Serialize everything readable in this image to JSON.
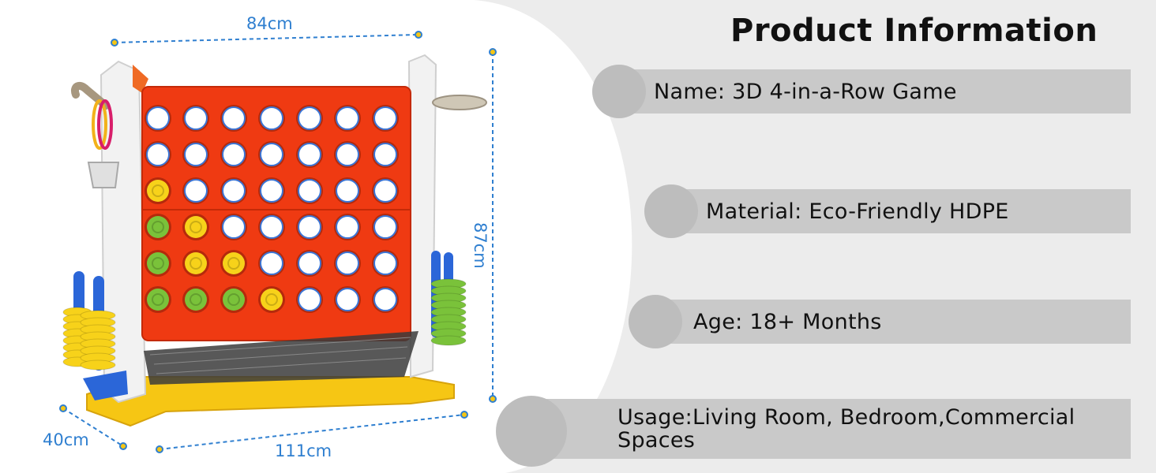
{
  "header": {
    "title": "Product Information"
  },
  "info": [
    {
      "label": "Name: 3D 4-in-a-Row Game"
    },
    {
      "label": "Material: Eco-Friendly HDPE"
    },
    {
      "label": "Age: 18+ Months"
    },
    {
      "label": "Usage:Living Room, Bedroom,Commercial Spaces"
    }
  ],
  "dimensions": {
    "width": "84cm",
    "height": "87cm",
    "depth": "40cm",
    "length": "111cm"
  },
  "colors": {
    "board": "#ef3a12",
    "frame": "#f2f2f2",
    "base": "#f6c614",
    "token_yellow": "#f7d21a",
    "token_green": "#7ac23a",
    "handle_blue": "#2b66d8",
    "dimension_line": "#2f7fd0",
    "bar": "#c9c9c9"
  },
  "board_pieces": [
    {
      "row": 2,
      "col": 0,
      "color": "yellow"
    },
    {
      "row": 3,
      "col": 0,
      "color": "green"
    },
    {
      "row": 3,
      "col": 1,
      "color": "yellow"
    },
    {
      "row": 4,
      "col": 0,
      "color": "green"
    },
    {
      "row": 4,
      "col": 1,
      "color": "yellow"
    },
    {
      "row": 4,
      "col": 2,
      "color": "yellow"
    },
    {
      "row": 5,
      "col": 0,
      "color": "green"
    },
    {
      "row": 5,
      "col": 1,
      "color": "green"
    },
    {
      "row": 5,
      "col": 2,
      "color": "green"
    },
    {
      "row": 5,
      "col": 3,
      "color": "yellow"
    }
  ]
}
